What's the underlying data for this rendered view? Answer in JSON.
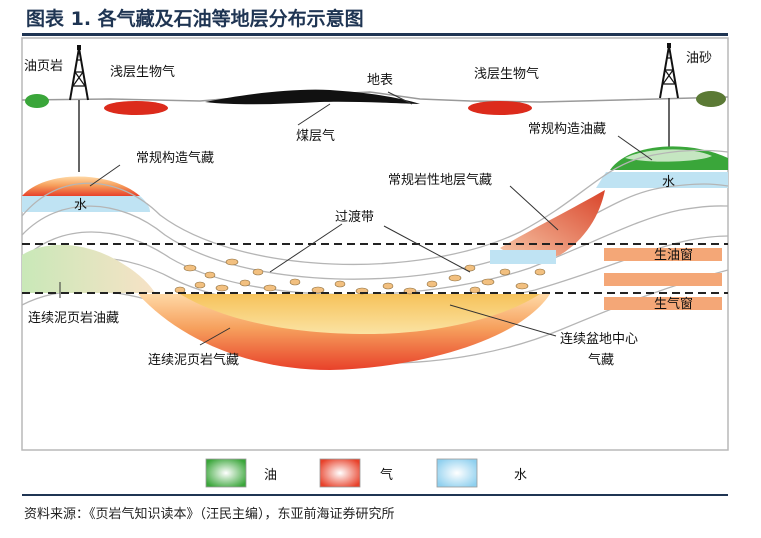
{
  "figure": {
    "title": "图表 1.  各气藏及石油等地层分布示意图",
    "source": "资料来源：《页岩气知识读本》（汪民主编），东亚前海证券研究所"
  },
  "labels": {
    "oil_shale": "油页岩",
    "shallow_biogas_left": "浅层生物气",
    "surface": "地表",
    "shallow_biogas_right": "浅层生物气",
    "oil_sand": "油砂",
    "coalbed_gas": "煤层气",
    "conventional_structural_gas": "常规构造气藏",
    "water_left": "水",
    "conventional_structural_oil": "常规构造油藏",
    "water_right": "水",
    "conventional_lithologic_gas": "常规岩性地层气藏",
    "transition_zone": "过渡带",
    "oil_window": "生油窗",
    "gas_window": "生气窗",
    "continuous_shale_oil": "连续泥页岩油藏",
    "continuous_shale_gas": "连续泥页岩气藏",
    "basin_center_gas_line1": "连续盆地中心",
    "basin_center_gas_line2": "气藏"
  },
  "legend": [
    {
      "label": "油",
      "color": "#3aa63a"
    },
    {
      "label": "气",
      "color": "#e8412a"
    },
    {
      "label": "水",
      "color": "#7ec8ea"
    }
  ],
  "colors": {
    "title": "#1f3553",
    "oil": "#3aa63a",
    "gas": "#e8412a",
    "water": "#bfe3f3",
    "coal": "#111111",
    "sandstone": "#f2c080",
    "frame": "#b9b9b9",
    "window_fill": "#f4a777"
  },
  "icons": {
    "derricks": [
      "oil-derrick-icon",
      "oil-derrick-icon"
    ]
  }
}
